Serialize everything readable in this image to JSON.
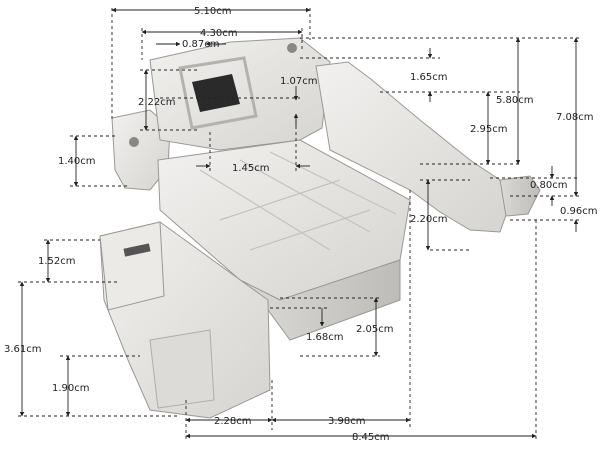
{
  "product": {
    "subject": "door interlock switch",
    "colors": {
      "plastic": "#e8e6e3",
      "plastic_shadow": "#c8c6c2",
      "dark": "#2a2a2a",
      "line": "#333333"
    }
  },
  "dimensions": [
    {
      "id": "d1",
      "label": "5.10cm"
    },
    {
      "id": "d2",
      "label": "4.30cm"
    },
    {
      "id": "d3",
      "label": "0.87cm"
    },
    {
      "id": "d4",
      "label": "1.07cm"
    },
    {
      "id": "d5",
      "label": "2.22cm"
    },
    {
      "id": "d6",
      "label": "1.65cm"
    },
    {
      "id": "d7",
      "label": "5.80cm"
    },
    {
      "id": "d8",
      "label": "7.08cm"
    },
    {
      "id": "d9",
      "label": "2.95cm"
    },
    {
      "id": "d10",
      "label": "1.40cm"
    },
    {
      "id": "d11",
      "label": "1.45cm"
    },
    {
      "id": "d12",
      "label": "0.80cm"
    },
    {
      "id": "d13",
      "label": "0.96cm"
    },
    {
      "id": "d14",
      "label": "2.20cm"
    },
    {
      "id": "d15",
      "label": "1.52cm"
    },
    {
      "id": "d16",
      "label": "2.05cm"
    },
    {
      "id": "d17",
      "label": "1.68cm"
    },
    {
      "id": "d18",
      "label": "3.61cm"
    },
    {
      "id": "d19",
      "label": "1.90cm"
    },
    {
      "id": "d20",
      "label": "2.28cm"
    },
    {
      "id": "d21",
      "label": "3.98cm"
    },
    {
      "id": "d22",
      "label": "8.45cm"
    }
  ]
}
